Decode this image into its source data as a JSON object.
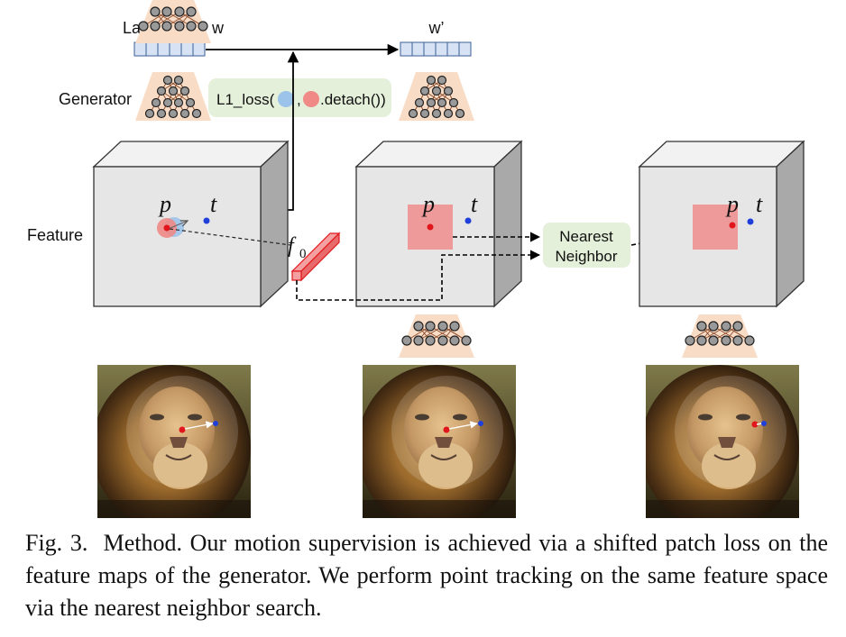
{
  "labels": {
    "latent_code": "Latent code w",
    "w_prime": "w’",
    "generator": "Generator",
    "feature": "Feature",
    "p": "p",
    "t": "t",
    "f0": "f",
    "f0_sub": "0",
    "nearest_neighbor_line1": "Nearest",
    "nearest_neighbor_line2": "Neighbor",
    "loss_prefix": "L1_loss(",
    "loss_comma": ",",
    "loss_suffix": ".detach())"
  },
  "caption": {
    "label": "Fig. 3.",
    "text": "Method. Our motion supervision is achieved via a shifted patch loss on the feature maps of the generator. We perform point tracking on the same feature space via the nearest neighbor search."
  },
  "colors": {
    "cube_front": "#e6e6e6",
    "cube_top": "#f2f2f2",
    "cube_side": "#a9a9a9",
    "latent_cell": "#d7e3f5",
    "generator_bg": "#f8dcc6",
    "loss_box": "#e4f0da",
    "patch": "#ef9a9a",
    "point_red": "#e0161c",
    "point_blue": "#1f3fdb",
    "circle_blue": "#9cc3ea",
    "circle_red": "#ef8a86"
  },
  "icons": [
    "generator-network-icon",
    "lion-photo",
    "feature-vector-icon"
  ]
}
